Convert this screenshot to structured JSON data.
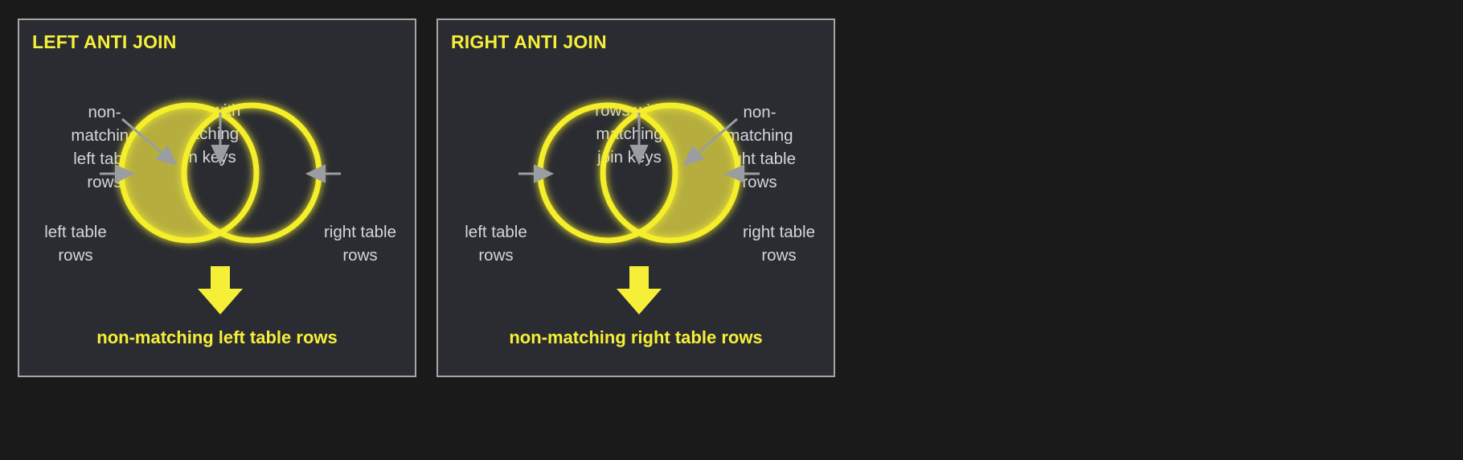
{
  "page": {
    "background": "#1a1a1a",
    "panel_background": "#2a2c32",
    "panel_border": "#a6a6a6",
    "accent_yellow": "#f6ef38",
    "circle_stroke": "#f5ee2a",
    "fill_olive": "#b5ae3f",
    "label_gray": "#d4d6d8",
    "arrow_gray": "#9a9da2"
  },
  "panels": [
    {
      "id": "left-anti-join",
      "title": "LEFT ANTI JOIN",
      "caption": "non-matching left table rows",
      "annotations": {
        "non_matching": "non-\nmatching\nleft table\nrows",
        "join_keys": "rows with\nmatching\njoin keys",
        "left_table": "left table\nrows",
        "right_table": "right table\nrows"
      },
      "highlight": "left-circle-only"
    },
    {
      "id": "right-anti-join",
      "title": "RIGHT ANTI JOIN",
      "caption": "non-matching right table rows",
      "annotations": {
        "non_matching": "non-\nmatching\nright table\nrows",
        "join_keys": "rows with\nmatching\njoin keys",
        "left_table": "left table\nrows",
        "right_table": "right table\nrows"
      },
      "highlight": "right-circle-only"
    }
  ],
  "icons": {
    "down_arrow": "down-arrow-icon",
    "pointer_arrow": "pointer-arrow-icon"
  }
}
